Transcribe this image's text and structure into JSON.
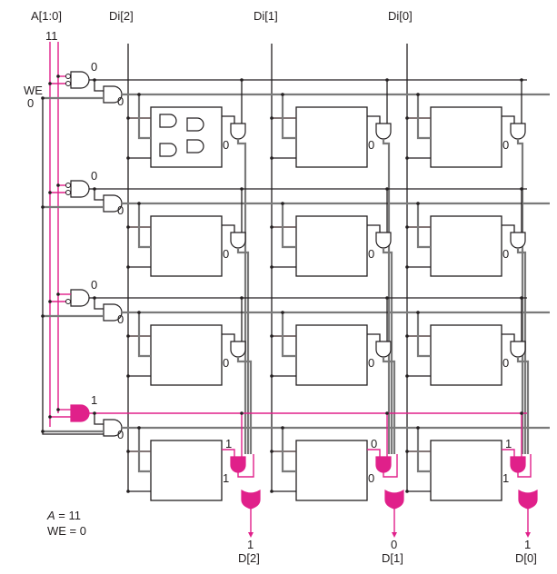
{
  "labels": {
    "address": "A[1:0]",
    "address_value": "11",
    "we": "WE",
    "we_value": "0",
    "din": [
      "Di[2]",
      "Di[1]",
      "Di[0]"
    ],
    "dout": [
      "D[2]",
      "D[1]",
      "D[0]"
    ],
    "dout_values": [
      "1",
      "0",
      "1"
    ],
    "summary_a": "A = 11",
    "summary_we": "WE = 0"
  },
  "rows": [
    {
      "wordline": "0",
      "we_and": "0",
      "tristate_out": [
        "0",
        "0",
        "0"
      ],
      "active": false
    },
    {
      "wordline": "0",
      "we_and": "0",
      "tristate_out": [
        "0",
        "0",
        "0"
      ],
      "active": false
    },
    {
      "wordline": "0",
      "we_and": "0",
      "tristate_out": [
        "0",
        "0",
        "0"
      ],
      "active": false
    },
    {
      "wordline": "1",
      "we_and": "0",
      "cell_out": [
        "1",
        "0",
        "1"
      ],
      "tristate_out": [
        "1",
        "0",
        "1"
      ],
      "active": true
    }
  ],
  "colors": {
    "active": "#e0208a",
    "wire": "#231f20",
    "gray_wire": "#7a7a7a"
  }
}
